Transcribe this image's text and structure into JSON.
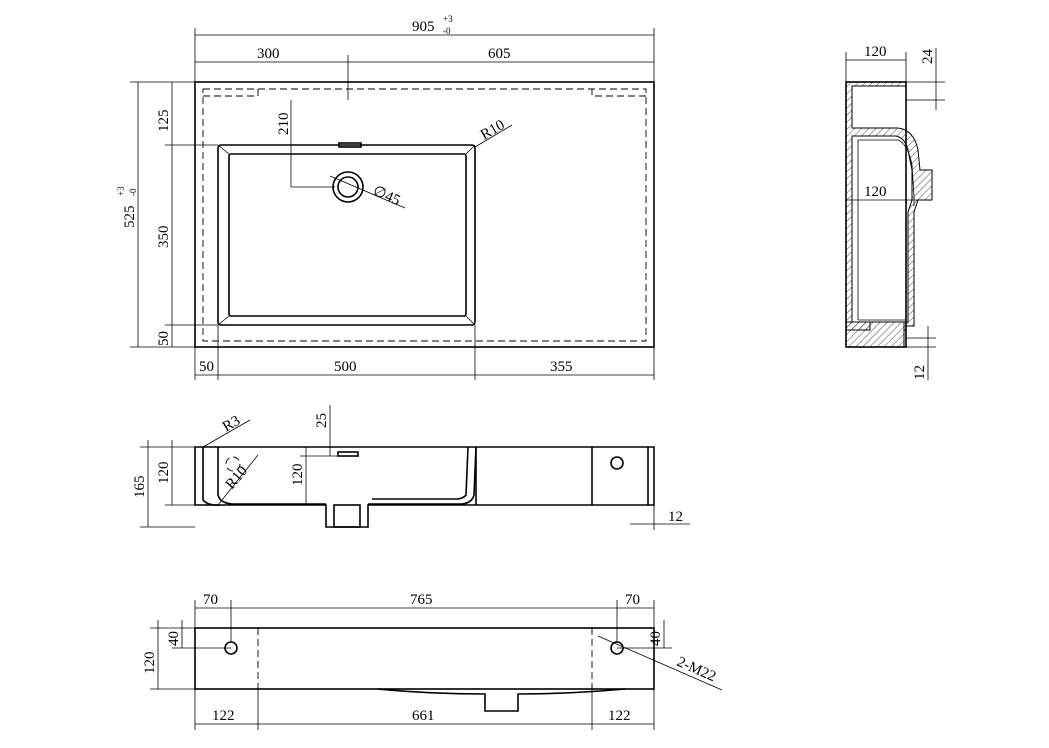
{
  "top_view": {
    "overall_width": "905",
    "overall_width_tol_plus": "+3",
    "overall_width_tol_minus": "-0",
    "tap_offset": "300",
    "right_of_tap": "605",
    "overall_depth": "525",
    "overall_depth_tol_plus": "+3",
    "overall_depth_tol_minus": "-0",
    "front_margin": "125",
    "basin_depth": "350",
    "back_margin": "50",
    "tap_to_drain": "210",
    "drain_dia": "∅45",
    "corner_radius": "R10",
    "left_margin": "50",
    "basin_width": "500",
    "shelf_width": "355"
  },
  "side_view": {
    "top_width": "120",
    "rim_height": "24",
    "mid_width": "120",
    "bottom_offset": "12"
  },
  "section_view": {
    "rim_radius": "R3",
    "inner_radius": "R10",
    "overflow_depth": "25",
    "total_height": "165",
    "inner_height": "120",
    "drain_height": "120",
    "bottom_offset": "12"
  },
  "back_view": {
    "left_hole_offset": "70",
    "hole_spacing": "765",
    "right_hole_offset": "70",
    "left_hole_height": "40",
    "right_hole_height": "40",
    "height": "120",
    "thread_label": "2-M22",
    "left_return": "122",
    "middle_length": "661",
    "right_return": "122"
  }
}
